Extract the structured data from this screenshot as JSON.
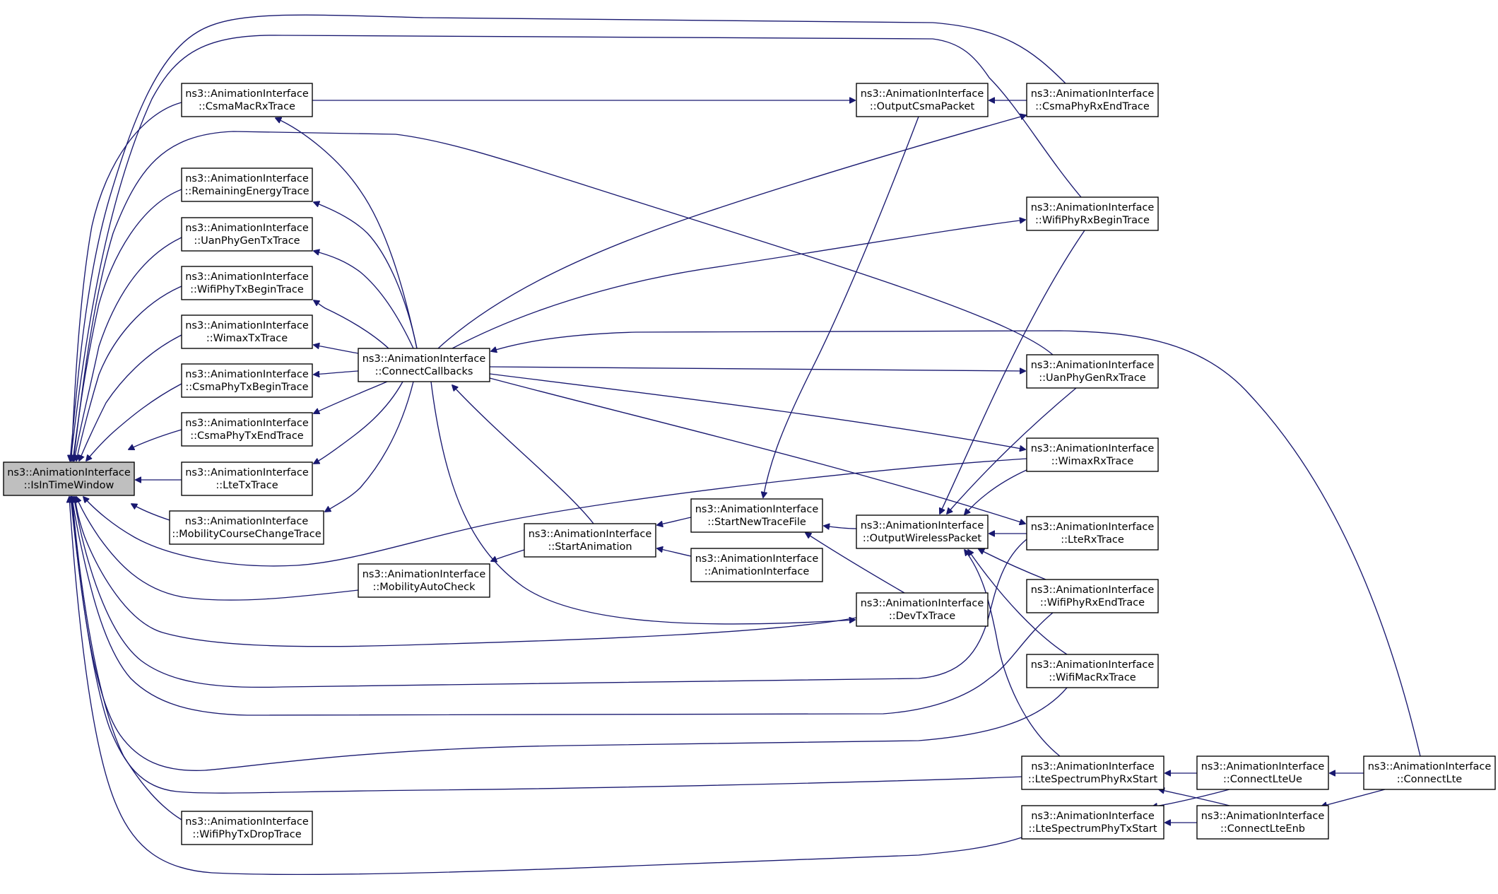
{
  "graph": {
    "root": "IsInTimeWindow",
    "nodes": [
      {
        "id": "IsInTimeWindow",
        "line1": "ns3::AnimationInterface",
        "line2": "::IsInTimeWindow",
        "root": true
      },
      {
        "id": "CsmaMacRxTrace",
        "line1": "ns3::AnimationInterface",
        "line2": "::CsmaMacRxTrace"
      },
      {
        "id": "RemainingEnergyTrace",
        "line1": "ns3::AnimationInterface",
        "line2": "::RemainingEnergyTrace"
      },
      {
        "id": "UanPhyGenTxTrace",
        "line1": "ns3::AnimationInterface",
        "line2": "::UanPhyGenTxTrace"
      },
      {
        "id": "WifiPhyTxBeginTrace",
        "line1": "ns3::AnimationInterface",
        "line2": "::WifiPhyTxBeginTrace"
      },
      {
        "id": "WimaxTxTrace",
        "line1": "ns3::AnimationInterface",
        "line2": "::WimaxTxTrace"
      },
      {
        "id": "CsmaPhyTxBeginTrace",
        "line1": "ns3::AnimationInterface",
        "line2": "::CsmaPhyTxBeginTrace"
      },
      {
        "id": "CsmaPhyTxEndTrace",
        "line1": "ns3::AnimationInterface",
        "line2": "::CsmaPhyTxEndTrace"
      },
      {
        "id": "LteTxTrace",
        "line1": "ns3::AnimationInterface",
        "line2": "::LteTxTrace"
      },
      {
        "id": "MobilityCourseChangeTrace",
        "line1": "ns3::AnimationInterface",
        "line2": "::MobilityCourseChangeTrace"
      },
      {
        "id": "WifiPhyTxDropTrace",
        "line1": "ns3::AnimationInterface",
        "line2": "::WifiPhyTxDropTrace"
      },
      {
        "id": "ConnectCallbacks",
        "line1": "ns3::AnimationInterface",
        "line2": "::ConnectCallbacks"
      },
      {
        "id": "MobilityAutoCheck",
        "line1": "ns3::AnimationInterface",
        "line2": "::MobilityAutoCheck"
      },
      {
        "id": "StartAnimation",
        "line1": "ns3::AnimationInterface",
        "line2": "::StartAnimation"
      },
      {
        "id": "StartNewTraceFile",
        "line1": "ns3::AnimationInterface",
        "line2": "::StartNewTraceFile"
      },
      {
        "id": "AnimationInterfaceCtor",
        "line1": "ns3::AnimationInterface",
        "line2": "::AnimationInterface"
      },
      {
        "id": "OutputCsmaPacket",
        "line1": "ns3::AnimationInterface",
        "line2": "::OutputCsmaPacket"
      },
      {
        "id": "OutputWirelessPacket",
        "line1": "ns3::AnimationInterface",
        "line2": "::OutputWirelessPacket"
      },
      {
        "id": "DevTxTrace",
        "line1": "ns3::AnimationInterface",
        "line2": "::DevTxTrace"
      },
      {
        "id": "CsmaPhyRxEndTrace",
        "line1": "ns3::AnimationInterface",
        "line2": "::CsmaPhyRxEndTrace"
      },
      {
        "id": "WifiPhyRxBeginTrace",
        "line1": "ns3::AnimationInterface",
        "line2": "::WifiPhyRxBeginTrace"
      },
      {
        "id": "UanPhyGenRxTrace",
        "line1": "ns3::AnimationInterface",
        "line2": "::UanPhyGenRxTrace"
      },
      {
        "id": "WimaxRxTrace",
        "line1": "ns3::AnimationInterface",
        "line2": "::WimaxRxTrace"
      },
      {
        "id": "LteRxTrace",
        "line1": "ns3::AnimationInterface",
        "line2": "::LteRxTrace"
      },
      {
        "id": "WifiPhyRxEndTrace",
        "line1": "ns3::AnimationInterface",
        "line2": "::WifiPhyRxEndTrace"
      },
      {
        "id": "WifiMacRxTrace",
        "line1": "ns3::AnimationInterface",
        "line2": "::WifiMacRxTrace"
      },
      {
        "id": "LteSpectrumPhyRxStart",
        "line1": "ns3::AnimationInterface",
        "line2": "::LteSpectrumPhyRxStart"
      },
      {
        "id": "LteSpectrumPhyTxStart",
        "line1": "ns3::AnimationInterface",
        "line2": "::LteSpectrumPhyTxStart"
      },
      {
        "id": "ConnectLteUe",
        "line1": "ns3::AnimationInterface",
        "line2": "::ConnectLteUe"
      },
      {
        "id": "ConnectLteEnb",
        "line1": "ns3::AnimationInterface",
        "line2": "::ConnectLteEnb"
      },
      {
        "id": "ConnectLte",
        "line1": "ns3::AnimationInterface",
        "line2": "::ConnectLte"
      }
    ],
    "edges": [
      {
        "from": "CsmaMacRxTrace",
        "to": "IsInTimeWindow"
      },
      {
        "from": "RemainingEnergyTrace",
        "to": "IsInTimeWindow"
      },
      {
        "from": "UanPhyGenTxTrace",
        "to": "IsInTimeWindow"
      },
      {
        "from": "WifiPhyTxBeginTrace",
        "to": "IsInTimeWindow"
      },
      {
        "from": "WimaxTxTrace",
        "to": "IsInTimeWindow"
      },
      {
        "from": "CsmaPhyTxBeginTrace",
        "to": "IsInTimeWindow"
      },
      {
        "from": "CsmaPhyTxEndTrace",
        "to": "IsInTimeWindow"
      },
      {
        "from": "LteTxTrace",
        "to": "IsInTimeWindow"
      },
      {
        "from": "MobilityCourseChangeTrace",
        "to": "IsInTimeWindow"
      },
      {
        "from": "WifiPhyTxDropTrace",
        "to": "IsInTimeWindow"
      },
      {
        "from": "CsmaPhyRxEndTrace",
        "to": "IsInTimeWindow"
      },
      {
        "from": "WifiPhyRxBeginTrace",
        "to": "IsInTimeWindow"
      },
      {
        "from": "UanPhyGenRxTrace",
        "to": "IsInTimeWindow"
      },
      {
        "from": "WimaxRxTrace",
        "to": "IsInTimeWindow"
      },
      {
        "from": "MobilityAutoCheck",
        "to": "IsInTimeWindow"
      },
      {
        "from": "DevTxTrace",
        "to": "IsInTimeWindow"
      },
      {
        "from": "LteRxTrace",
        "to": "IsInTimeWindow"
      },
      {
        "from": "WifiPhyRxEndTrace",
        "to": "IsInTimeWindow"
      },
      {
        "from": "WifiMacRxTrace",
        "to": "IsInTimeWindow"
      },
      {
        "from": "LteSpectrumPhyRxStart",
        "to": "IsInTimeWindow"
      },
      {
        "from": "LteSpectrumPhyTxStart",
        "to": "IsInTimeWindow"
      },
      {
        "from": "ConnectCallbacks",
        "to": "CsmaMacRxTrace"
      },
      {
        "from": "ConnectCallbacks",
        "to": "RemainingEnergyTrace"
      },
      {
        "from": "ConnectCallbacks",
        "to": "UanPhyGenTxTrace"
      },
      {
        "from": "ConnectCallbacks",
        "to": "WifiPhyTxBeginTrace"
      },
      {
        "from": "ConnectCallbacks",
        "to": "WimaxTxTrace"
      },
      {
        "from": "ConnectCallbacks",
        "to": "CsmaPhyTxBeginTrace"
      },
      {
        "from": "ConnectCallbacks",
        "to": "CsmaPhyTxEndTrace"
      },
      {
        "from": "ConnectCallbacks",
        "to": "LteTxTrace"
      },
      {
        "from": "ConnectCallbacks",
        "to": "MobilityCourseChangeTrace"
      },
      {
        "from": "CsmaMacRxTrace",
        "to": "OutputCsmaPacket"
      },
      {
        "from": "CsmaPhyRxEndTrace",
        "to": "OutputCsmaPacket"
      },
      {
        "from": "StartAnimation",
        "to": "ConnectCallbacks"
      },
      {
        "from": "StartAnimation",
        "to": "MobilityAutoCheck"
      },
      {
        "from": "StartNewTraceFile",
        "to": "StartAnimation"
      },
      {
        "from": "AnimationInterfaceCtor",
        "to": "StartAnimation"
      },
      {
        "from": "OutputCsmaPacket",
        "to": "StartNewTraceFile"
      },
      {
        "from": "OutputWirelessPacket",
        "to": "StartNewTraceFile"
      },
      {
        "from": "DevTxTrace",
        "to": "StartNewTraceFile"
      },
      {
        "from": "ConnectCallbacks",
        "to": "CsmaPhyRxEndTrace"
      },
      {
        "from": "ConnectCallbacks",
        "to": "WifiPhyRxBeginTrace"
      },
      {
        "from": "ConnectCallbacks",
        "to": "UanPhyGenRxTrace"
      },
      {
        "from": "ConnectCallbacks",
        "to": "WimaxRxTrace"
      },
      {
        "from": "ConnectCallbacks",
        "to": "LteRxTrace"
      },
      {
        "from": "ConnectCallbacks",
        "to": "DevTxTrace"
      },
      {
        "from": "ConnectLte",
        "to": "ConnectCallbacks"
      },
      {
        "from": "WifiPhyRxBeginTrace",
        "to": "OutputWirelessPacket"
      },
      {
        "from": "UanPhyGenRxTrace",
        "to": "OutputWirelessPacket"
      },
      {
        "from": "WimaxRxTrace",
        "to": "OutputWirelessPacket"
      },
      {
        "from": "LteRxTrace",
        "to": "OutputWirelessPacket"
      },
      {
        "from": "WifiPhyRxEndTrace",
        "to": "OutputWirelessPacket"
      },
      {
        "from": "WifiMacRxTrace",
        "to": "OutputWirelessPacket"
      },
      {
        "from": "LteSpectrumPhyRxStart",
        "to": "OutputWirelessPacket"
      },
      {
        "from": "ConnectLteUe",
        "to": "LteSpectrumPhyRxStart"
      },
      {
        "from": "ConnectLteEnb",
        "to": "LteSpectrumPhyRxStart"
      },
      {
        "from": "ConnectLteUe",
        "to": "LteSpectrumPhyTxStart"
      },
      {
        "from": "ConnectLteEnb",
        "to": "LteSpectrumPhyTxStart"
      },
      {
        "from": "ConnectLte",
        "to": "ConnectLteUe"
      },
      {
        "from": "ConnectLte",
        "to": "ConnectLteEnb"
      }
    ]
  }
}
